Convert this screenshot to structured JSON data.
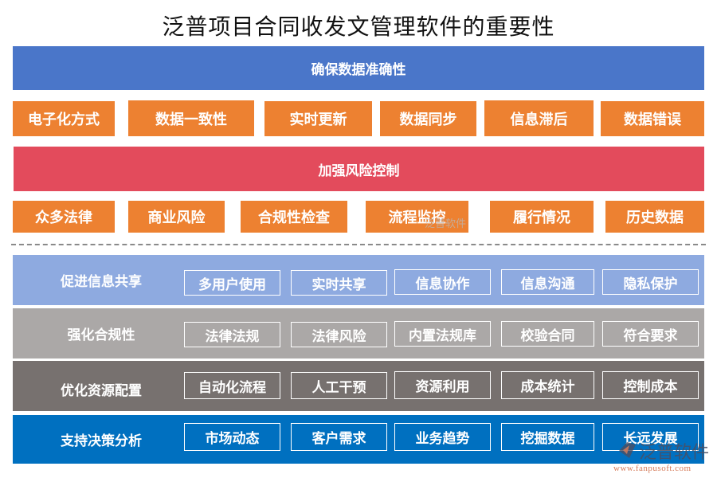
{
  "title": "泛普项目合同收发文管理软件的重要性",
  "section1": {
    "header": "确保数据准确性",
    "header_color": "#4a76c9",
    "items": [
      "电子化方式",
      "数据一致性",
      "实时更新",
      "数据同步",
      "信息滞后",
      "数据错误"
    ],
    "item_color": "#ed8131"
  },
  "section2": {
    "header": "加强风险控制",
    "header_color": "#e34b5c",
    "items": [
      "众多法律",
      "商业风险",
      "合规性检查",
      "流程监控",
      "履行情况",
      "历史数据"
    ],
    "item_color": "#ed8131"
  },
  "bands": [
    {
      "label": "促进信息共享",
      "color": "#8eaae0",
      "items": [
        "多用户使用",
        "实时共享",
        "信息协作",
        "信息沟通",
        "隐私保护"
      ]
    },
    {
      "label": "强化合规性",
      "color": "#aba8a7",
      "items": [
        "法律法规",
        "法律风险",
        "内置法规库",
        "校验合同",
        "符合要求"
      ]
    },
    {
      "label": "优化资源配置",
      "color": "#77716f",
      "items": [
        "自动化流程",
        "人工干预",
        "资源利用",
        "成本统计",
        "控制成本"
      ]
    },
    {
      "label": "支持决策分析",
      "color": "#0070c0",
      "items": [
        "市场动态",
        "客户需求",
        "业务趋势",
        "挖掘数据",
        "长远发展"
      ]
    }
  ],
  "watermark": {
    "brand": "泛普软件",
    "url": "www.fanpusoft.com"
  }
}
